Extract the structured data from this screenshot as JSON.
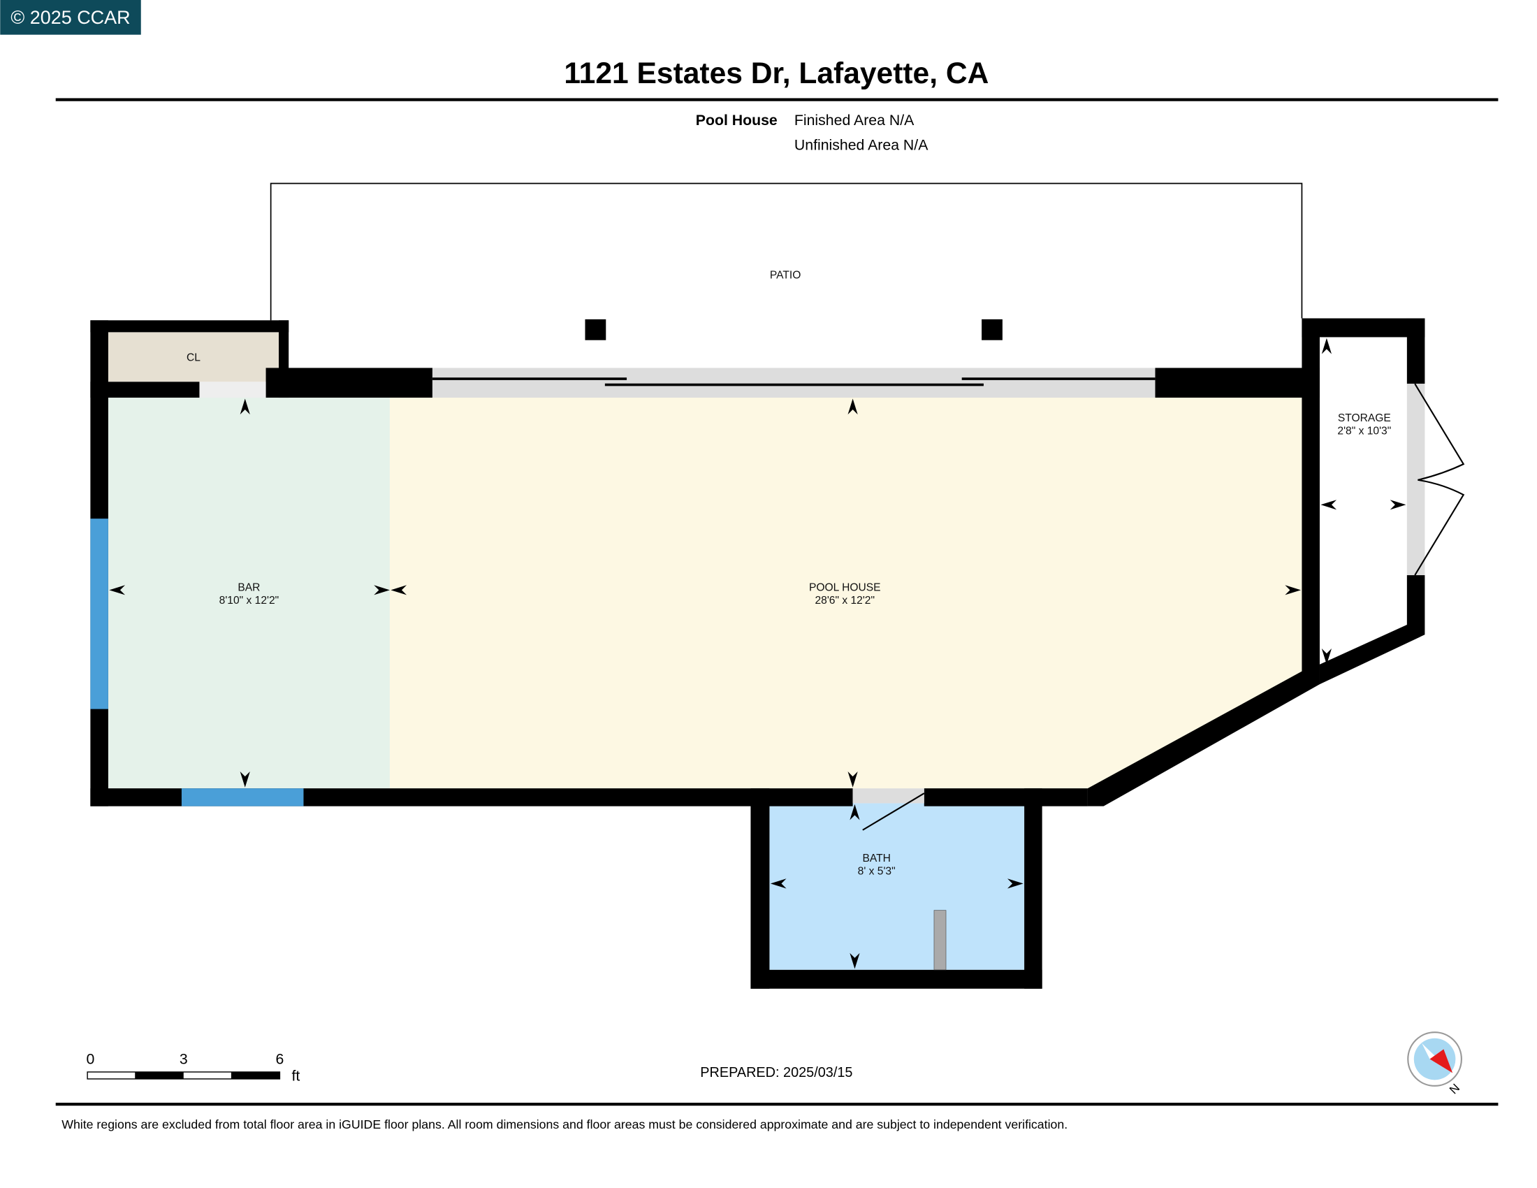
{
  "watermark": "© 2025 CCAR",
  "title": "1121 Estates Dr, Lafayette, CA",
  "summary": {
    "level": "Pool House",
    "finished": "Finished Area N/A",
    "unfinished": "Unfinished Area N/A"
  },
  "rooms": {
    "patio": {
      "name": "PATIO"
    },
    "closet": {
      "name": "CL"
    },
    "bar": {
      "name": "BAR",
      "dims": "8'10\" x 12'2\""
    },
    "pool_house": {
      "name": "POOL HOUSE",
      "dims": "28'6\" x 12'2\""
    },
    "storage": {
      "name": "STORAGE",
      "dims": "2'8\" x 10'3\""
    },
    "bath": {
      "name": "BATH",
      "dims": "8' x 5'3\""
    }
  },
  "colors": {
    "bar": "#e5f2ea",
    "pool_house": "#fdf8e3",
    "closet": "#e6e0d2",
    "bath": "#bfe3fb",
    "window": "#4a9fd8",
    "wall": "#000000",
    "watermark_bg": "#0e4a5a"
  },
  "scale": {
    "ticks": [
      "0",
      "3",
      "6"
    ],
    "unit": "ft"
  },
  "prepared": "PREPARED: 2025/03/15",
  "compass": {
    "label": "N"
  },
  "footer": "White regions are excluded from total floor area in iGUIDE floor plans. All room dimensions and floor areas must be considered approximate and are subject to independent verification."
}
